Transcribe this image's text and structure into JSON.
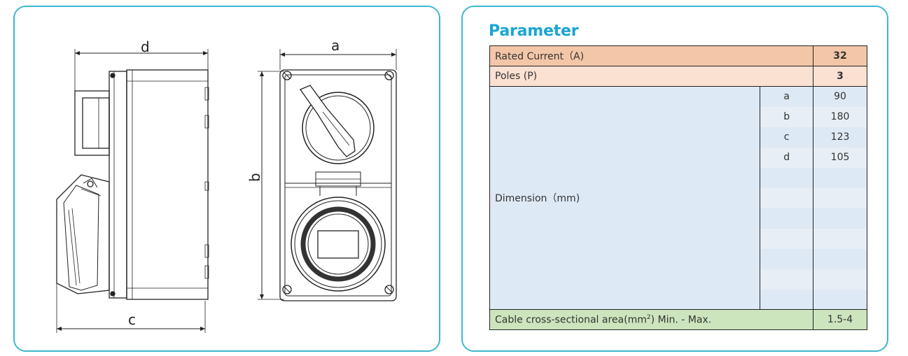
{
  "drawing": {
    "dim_labels": {
      "a": "a",
      "b": "b",
      "c": "c",
      "d": "d"
    }
  },
  "parameter": {
    "title": "Parameter",
    "rated_current": {
      "label": "Rated Current（A)",
      "value": "32"
    },
    "poles": {
      "label": "Poles (P)",
      "value": "3"
    },
    "dimension": {
      "label": "Dimension（mm)",
      "rows": [
        {
          "key": "a",
          "value": "90"
        },
        {
          "key": "b",
          "value": "180"
        },
        {
          "key": "c",
          "value": "123"
        },
        {
          "key": "d",
          "value": "105"
        },
        {
          "key": "",
          "value": ""
        },
        {
          "key": "",
          "value": ""
        },
        {
          "key": "",
          "value": ""
        },
        {
          "key": "",
          "value": ""
        },
        {
          "key": "",
          "value": ""
        },
        {
          "key": "",
          "value": ""
        },
        {
          "key": "",
          "value": ""
        }
      ]
    },
    "cable": {
      "label_pre": "Cable cross-sectional area(mm",
      "label_sup": "2",
      "label_post": ") Min. - Max.",
      "value": "1.5-4"
    }
  },
  "colors": {
    "frame": "#3eb7cf",
    "title": "#1aa6d2",
    "rated_bg": "#f4c6a8",
    "poles_bg": "#fbe1d2",
    "dimension_bg": "#dde9f5",
    "cable_bg": "#cde5bd"
  }
}
